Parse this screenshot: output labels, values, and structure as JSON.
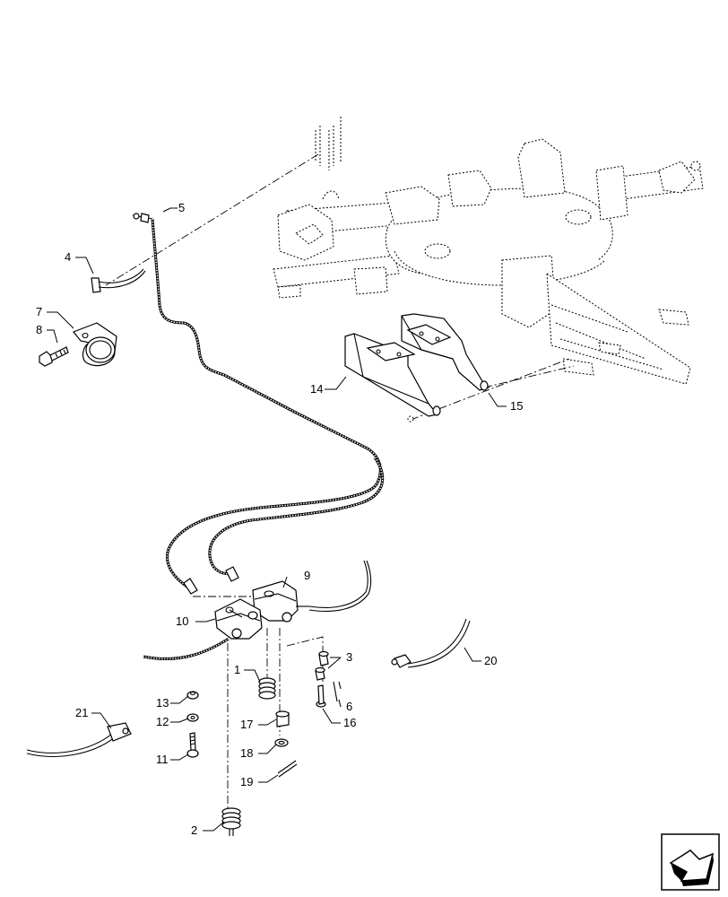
{
  "callouts": {
    "c1": "1",
    "c2": "2",
    "c3": "3",
    "c4": "4",
    "c5": "5",
    "c6": "6",
    "c7": "7",
    "c8": "8",
    "c9": "9",
    "c10": "10",
    "c11": "11",
    "c12": "12",
    "c13": "13",
    "c14": "14",
    "c15": "15",
    "c16": "16",
    "c17": "17",
    "c18": "18",
    "c19": "19",
    "c20": "20",
    "c21": "21"
  },
  "icons": {
    "nav": "next-page-arrow-icon"
  }
}
